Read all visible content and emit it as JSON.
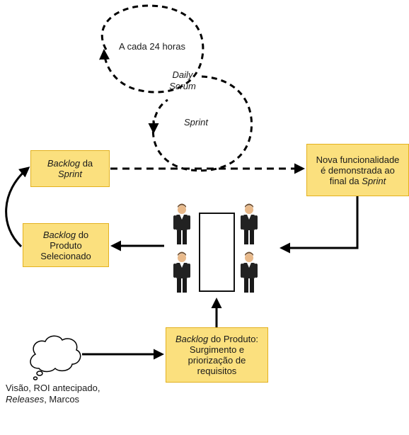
{
  "labels": {
    "cycle_daily": "A cada 24 horas",
    "daily_1": "Daily",
    "daily_2": "Scrum",
    "sprint": "Sprint"
  },
  "boxes": {
    "backlog_sprint": {
      "italic": "Backlog",
      "text1": " da",
      "italic2": "Sprint"
    },
    "backlog_selected": {
      "italic": "Backlog",
      "text1": " do",
      "line2": "Produto",
      "line3": "Selecionado"
    },
    "new_feature": {
      "line1": "Nova funcionalidade",
      "line2": "é demonstrada ao",
      "line3": "final da ",
      "italic": "Sprint"
    },
    "product_backlog": {
      "italic": "Backlog",
      "text1": " do Produto:",
      "line2": "Surgimento e",
      "line3": "priorização de",
      "line4": "requisitos"
    }
  },
  "vision": {
    "line1": "Visão, ROI antecipado,",
    "italic": "Releases",
    "line2_rest": ", Marcos"
  },
  "colors": {
    "box_fill": "#fbe07e",
    "box_border": "#e3b11f",
    "arrow": "#000000"
  },
  "icons": [
    "team-member-icon",
    "thought-cloud-icon",
    "task-board-icon"
  ]
}
